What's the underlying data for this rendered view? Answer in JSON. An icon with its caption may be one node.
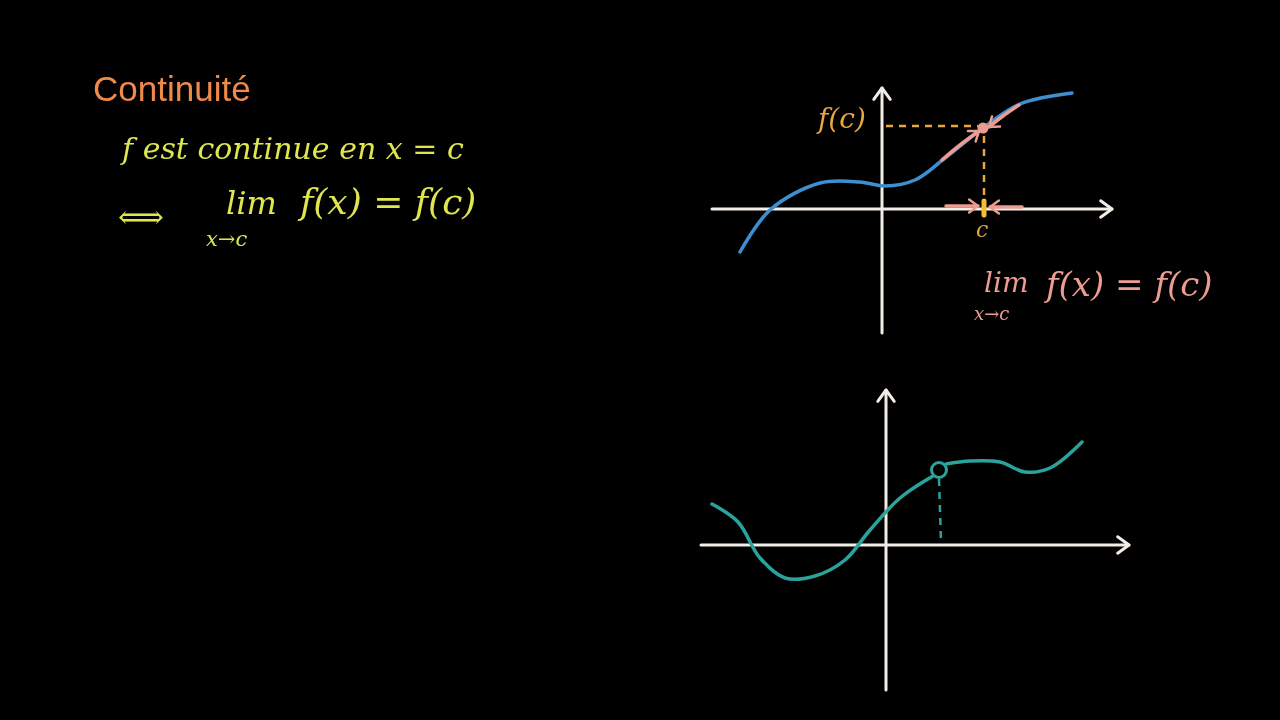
{
  "diagram": {
    "title": "Continuité",
    "labels": [
      "f est continue en x = c",
      "⟺",
      "lim",
      "x→c",
      "f(x) = f(c)",
      "f(c)",
      "c",
      "lim",
      "x→c",
      "f(x) = f(c)"
    ]
  }
}
